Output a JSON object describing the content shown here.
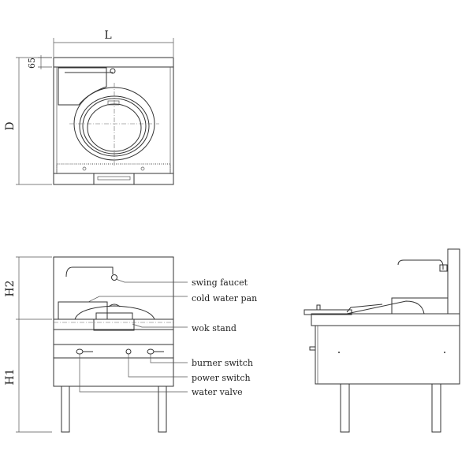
{
  "dimensions": {
    "length": "L",
    "depth": "D",
    "top_offset": "65",
    "upper_height": "H2",
    "lower_height": "H1"
  },
  "callouts": [
    {
      "label": "swing faucet"
    },
    {
      "label": "cold water pan"
    },
    {
      "label": "wok stand"
    },
    {
      "label": "burner switch"
    },
    {
      "label": "power switch"
    },
    {
      "label": "water valve"
    }
  ]
}
